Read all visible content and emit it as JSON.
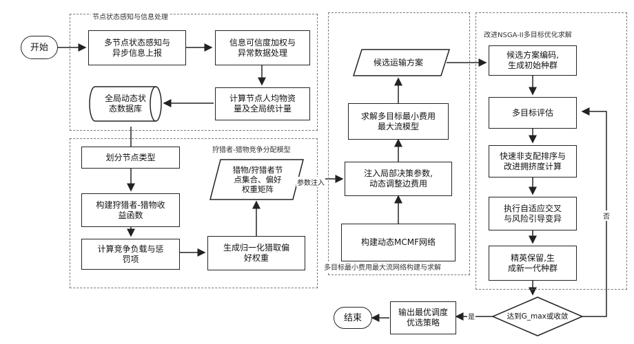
{
  "groups": {
    "g1": "节点状态感知与信息处理",
    "g2": "狩猎者-猎物竞争分配模型",
    "g3": "多目标最小费用最大流网络构建与求解",
    "g4": "改进NSGA-II多目标优化求解"
  },
  "nodes": {
    "start": "开始",
    "n1": "多节点状态感知与\n异步信息上报",
    "n2": "信息可信度加权与\n异常数据处理",
    "n3": "计算节点人均物资\n量及全局统计量",
    "db": "全局动态状\n态数据库",
    "c1": "划分节点类型",
    "c2": "构建狩猎者-猎物收\n益函数",
    "c3": "计算竞争负载与惩\n罚项",
    "c4": "生成归一化猎取偏\n好权重",
    "p1": "猎物/狩猎者节\n点集合、偏好\n权重矩阵",
    "m1": "构建动态MCMF网络",
    "m2": "注入局部决策参数,\n动态调整边费用",
    "m3": "求解多目标最小费用\n最大流模型",
    "p2": "候选运输方案",
    "s1": "候选方案编码,\n生成初始种群",
    "s2": "多目标评估",
    "s3": "快速非支配排序与\n改进拥挤度计算",
    "s4": "执行自适应交叉\n与风险引导变异",
    "s5": "精英保留,生\n成新一代种群",
    "d1": "达到G_max或收敛",
    "out": "输出最优调度\n优选策略",
    "end": "结束"
  },
  "edge_labels": {
    "param_inject": "参数注入",
    "yes": "是",
    "no": "否"
  }
}
